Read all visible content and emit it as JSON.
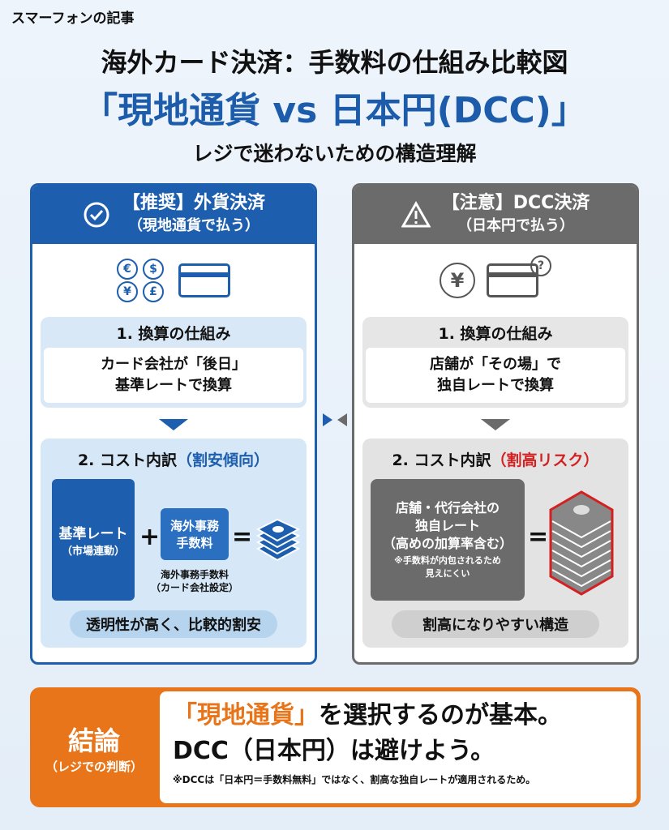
{
  "source_tag": "スマーフォンの記事",
  "title_line1": "海外カード決済：手数料の仕組み比較図",
  "title_line2": "「現地通貨 vs 日本円(DCC)」",
  "subtitle": "レジで迷わないための構造理解",
  "left": {
    "heading": "【推奨】外貨決済",
    "subheading": "（現地通貨で払う）",
    "icon": "check-circle-icon",
    "currency_symbols": [
      "€",
      "$",
      "¥",
      "£"
    ],
    "step1_title": "1. 換算の仕組み",
    "step1_body_line1": "カード会社が「後日」",
    "step1_body_line2": "基準レートで換算",
    "step2_title": "2. コスト内訳",
    "step2_tag": "（割安傾向）",
    "rate_box_line1": "基準レート",
    "rate_box_line2": "（市場連動）",
    "plus": "+",
    "equals": "=",
    "fee_box_line1": "海外事務",
    "fee_box_line2": "手数料",
    "fee_note_line1": "海外事務手数料",
    "fee_note_line2": "（カード会社設定）",
    "summary": "透明性が高く、比較的割安",
    "accent": "#1d5fae"
  },
  "right": {
    "heading": "【注意】DCC決済",
    "subheading": "（日本円で払う）",
    "icon": "warning-triangle-icon",
    "currency_symbol": "¥",
    "question_mark": "?",
    "step1_title": "1. 換算の仕組み",
    "step1_body_line1": "店舗が「その場」で",
    "step1_body_line2": "独自レートで換算",
    "step2_title": "2. コスト内訳",
    "step2_tag": "（割高リスク）",
    "rate_box_line1": "店舗・代行会社の",
    "rate_box_line2": "独自レート",
    "rate_box_line3": "（高めの加算率含む）",
    "rate_box_note_line1": "※手数料が内包されるため",
    "rate_box_note_line2": "見えにくい",
    "equals": "=",
    "summary": "割高になりやすい構造",
    "accent": "#6b6b6b",
    "risk_color": "#d42020"
  },
  "conclusion": {
    "label": "結論",
    "label_sub": "（レジでの判断）",
    "line1_highlight": "「現地通貨」",
    "line1_rest": "を選択するのが基本。",
    "line2": "DCC（日本円）は避けよう。",
    "note": "※DCCは「日本円＝手数料無料」ではなく、割高な独自レートが適用されるため。",
    "accent": "#e8751a"
  }
}
